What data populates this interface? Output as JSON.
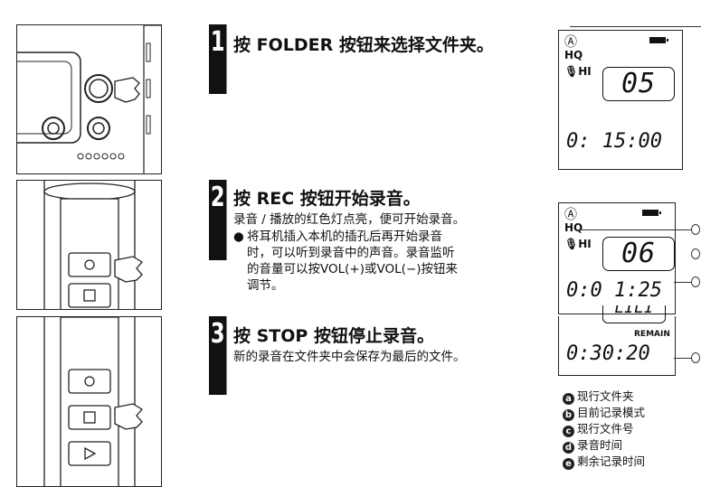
{
  "steps": [
    {
      "number": "1",
      "heading": "按 FOLDER 按钮来选择文件夹。"
    },
    {
      "number": "2",
      "heading": "按 REC 按钮开始录音。",
      "body": "录音 / 播放的红色灯点亮，便可开始录音。",
      "bullet_symbol": "●",
      "bullet_lines": [
        "将耳机插入本机的插孔后再开始录音",
        "时，可以听到录音中的声音。录音监听",
        "的音量可以按VOL(+)或VOL(−)按钮来",
        "调节。"
      ]
    },
    {
      "number": "3",
      "heading": "按 STOP 按钮停止录音。",
      "body": "新的录音在文件夹中会保存为最后的文件。"
    }
  ],
  "displays": {
    "top": {
      "folder": "Ⓐ",
      "mode": "HQ",
      "mic": "🎙HI",
      "file_no": "05",
      "time": "0: 15:00"
    },
    "middle": {
      "folder": "Ⓐ",
      "mode": "HQ",
      "mic": "🎙HI",
      "file_no": "06",
      "time": "0:0 1:25"
    },
    "bottom": {
      "partial_file_no": "LILI",
      "remain_label": "REMAIN",
      "time": "0:30:20"
    }
  },
  "legend": [
    {
      "mark": "a",
      "text": "现行文件夹"
    },
    {
      "mark": "b",
      "text": "目前记录模式"
    },
    {
      "mark": "c",
      "text": "现行文件号"
    },
    {
      "mark": "d",
      "text": "录音时间"
    },
    {
      "mark": "e",
      "text": "剩余记录时间"
    }
  ]
}
